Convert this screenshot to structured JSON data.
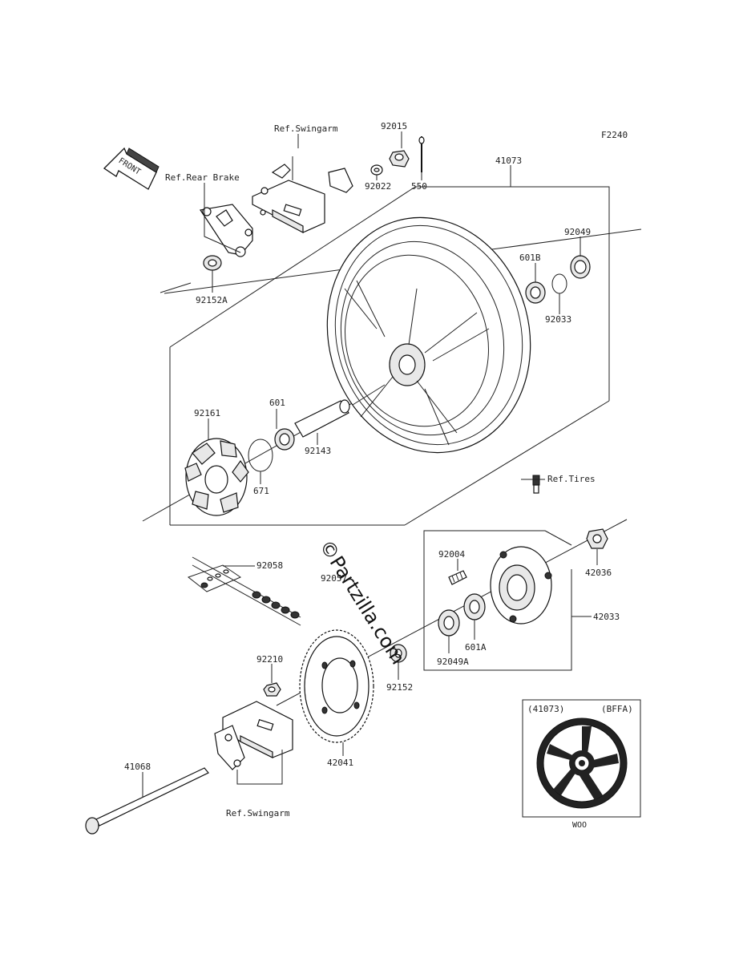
{
  "diagram_id": "F2240",
  "watermark": "©Partzilla.com",
  "front_label": "FRONT",
  "refs": {
    "swingarm_top": "Ref.Swingarm",
    "rear_brake": "Ref.Rear Brake",
    "tires": "Ref.Tires",
    "swingarm_bottom": "Ref.Swingarm"
  },
  "parts": {
    "p92015": "92015",
    "p550": "550",
    "p92022": "92022",
    "p41073": "41073",
    "p92049": "92049",
    "p601B": "601B",
    "p92033": "92033",
    "p92152A": "92152A",
    "p92161": "92161",
    "p601": "601",
    "p92143": "92143",
    "p671": "671",
    "p92058": "92058",
    "p92057": "92057",
    "p92004": "92004",
    "p42036": "42036",
    "p42033": "42033",
    "p601A": "601A",
    "p92049A": "92049A",
    "p92210": "92210",
    "p92152": "92152",
    "p42041": "42041",
    "p41068": "41068"
  },
  "inset": {
    "left_label": "(41073)",
    "right_label": "(BFFA)",
    "bottom_label": "WOO"
  }
}
